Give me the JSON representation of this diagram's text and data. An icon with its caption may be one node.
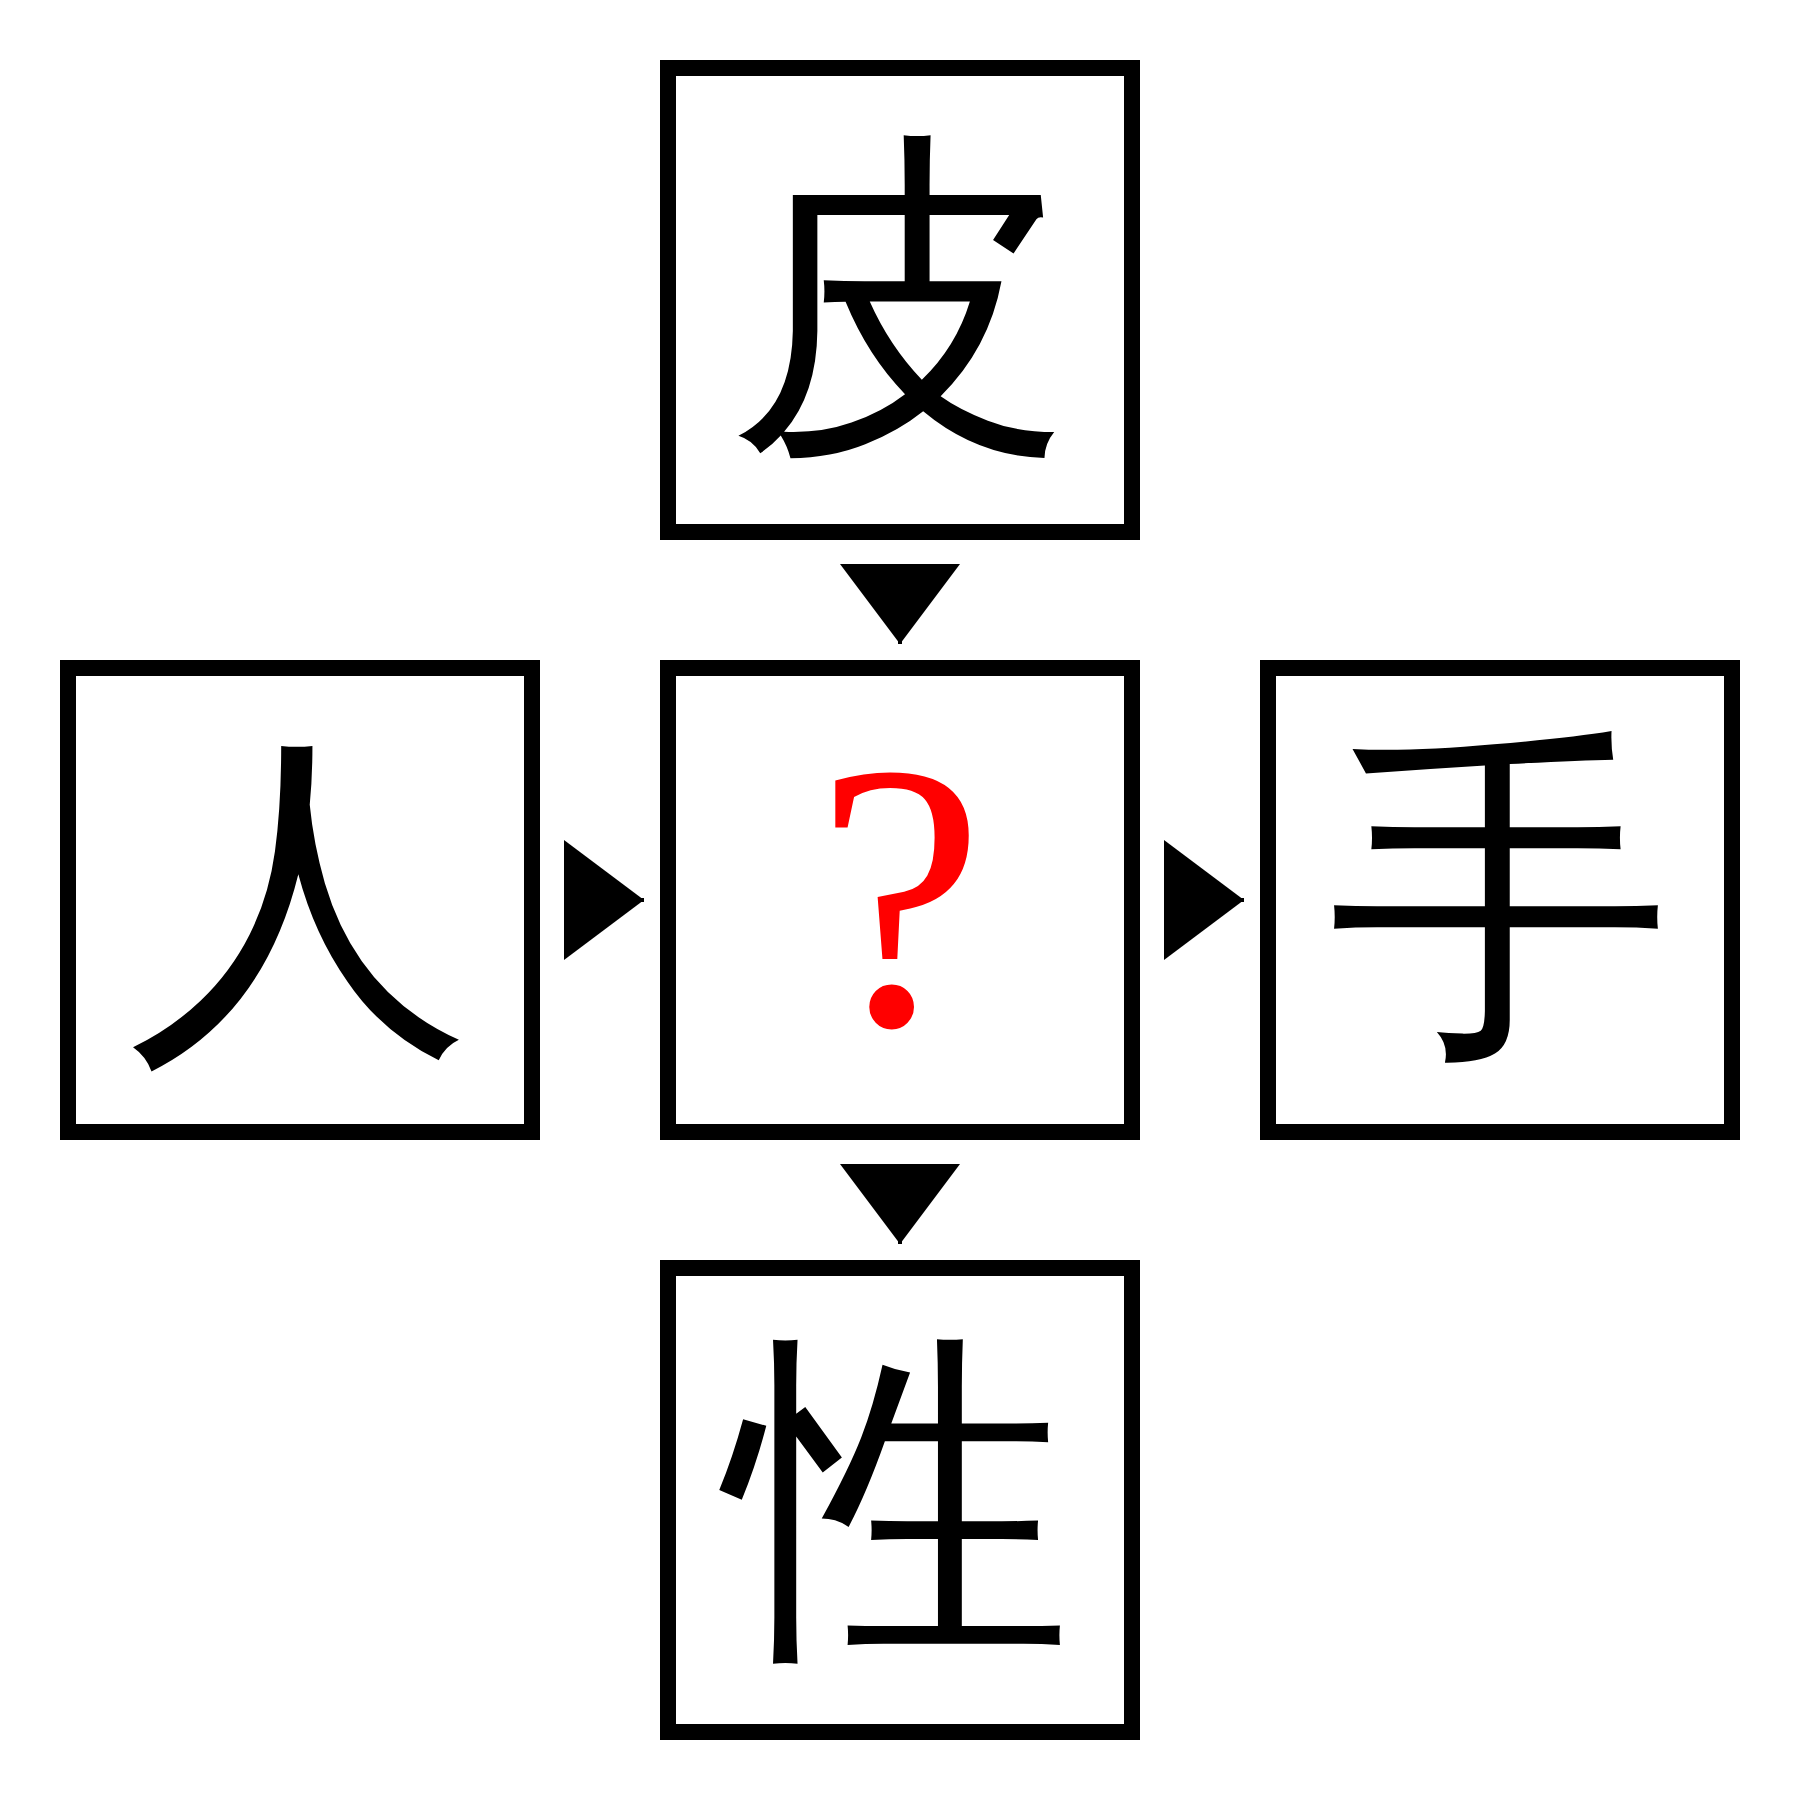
{
  "diagram": {
    "nodes": [
      {
        "text": [
          "皮"
        ]
      },
      {
        "text": [
          "人"
        ]
      },
      {
        "text": [
          "?"
        ]
      },
      {
        "text": [
          "手"
        ]
      },
      {
        "text": [
          "性"
        ]
      }
    ],
    "edges": [
      {
        "from": 0,
        "to": 2,
        "arrow": "to"
      },
      {
        "from": 1,
        "to": 2,
        "arrow": "to"
      },
      {
        "from": 2,
        "to": 3,
        "arrow": "to"
      },
      {
        "from": 2,
        "to": 4,
        "arrow": "to"
      }
    ]
  }
}
